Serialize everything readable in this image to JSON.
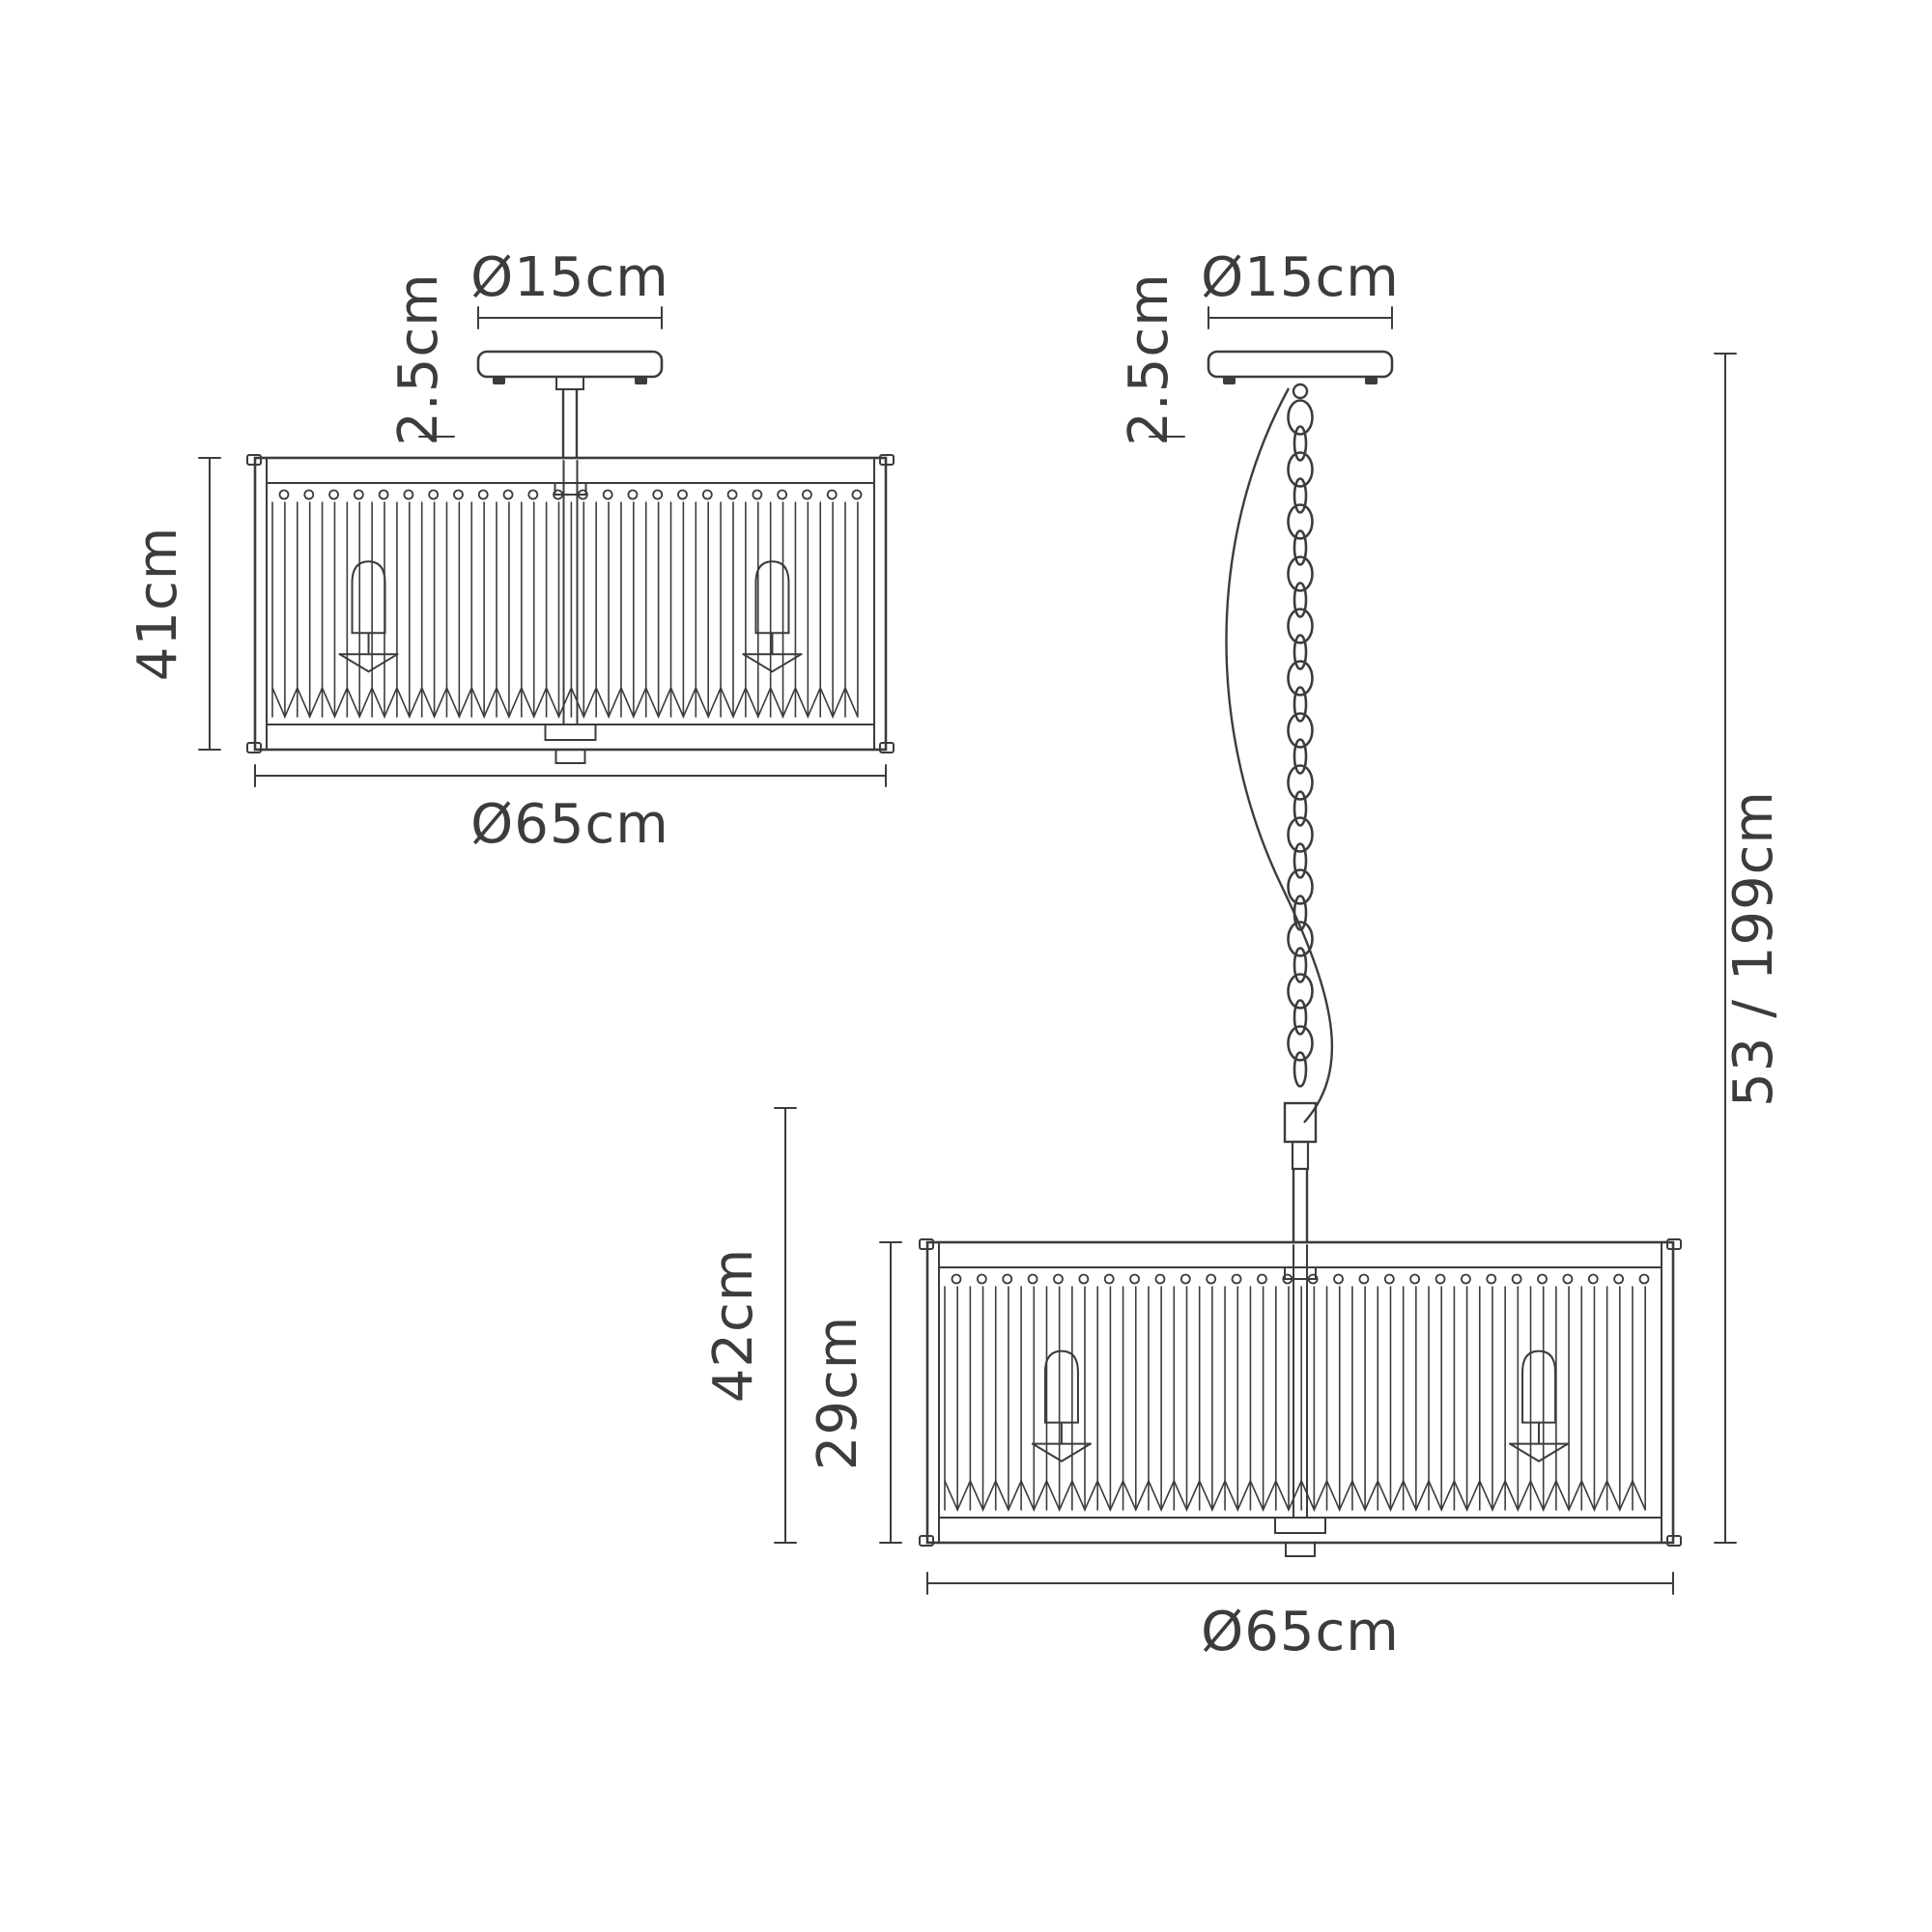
{
  "diagram": {
    "line_color": "#3c3c3c",
    "semi_flush_view": {
      "canopy_diameter_label": "Ø15cm",
      "canopy_height_label": "2.5cm",
      "body_height_label": "41cm",
      "body_diameter_label": "Ø65cm"
    },
    "pendant_view": {
      "canopy_diameter_label": "Ø15cm",
      "canopy_height_label": "2.5cm",
      "overall_height_label": "53 / 199cm",
      "drop_to_body_label": "42cm",
      "body_height_label": "29cm",
      "body_diameter_label": "Ø65cm"
    }
  }
}
